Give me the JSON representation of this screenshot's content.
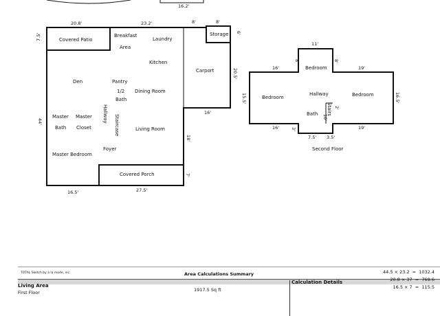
{
  "first_floor": {
    "rooms": [
      "Covered Patio",
      "Breakfast",
      "Area",
      "Laundry",
      "Storage",
      "Kitchen",
      "Carport",
      "Den",
      "Pantry",
      "1/2",
      "Bath",
      "Dining Room",
      "Master",
      "Bath",
      "Master",
      "Closet",
      "Hallway",
      "Staircase",
      "Living Room",
      "Foyer",
      "Master Bedroom",
      "Covered Porch"
    ],
    "dims": [
      "20.8'",
      "23.2'",
      "8'",
      "8'",
      "7.5'",
      "6'",
      "20.5'",
      "16'",
      "44'",
      "18'",
      "7'",
      "16.5'",
      "27.5'",
      "16.2'"
    ]
  },
  "second_floor": {
    "label": "Second Floor",
    "rooms": [
      "Bedroom",
      "Bedroom",
      "Hallway",
      "Bedroom",
      "Bath",
      "Stairs"
    ],
    "dims": [
      "11'",
      "8'",
      "8'",
      "16'",
      "19'",
      "15.5'",
      "16.5'",
      "2'",
      "10'",
      "16'",
      "3'",
      "19'",
      "7.5'",
      "3.5'"
    ]
  },
  "summary": {
    "credit": "TOTAL Sketch by a la mode, inc.",
    "title": "Area Calculations Summary",
    "col_living": "Living Area",
    "col_calc": "Calculation Details",
    "row_label": "First Floor",
    "row_value": "1917.5 Sq ft",
    "calc_lines": [
      "44.5 × 23.2  =  1032.4",
      "20.8 × 37  =  769.6",
      "16.5 × 7  =  115.5"
    ]
  }
}
